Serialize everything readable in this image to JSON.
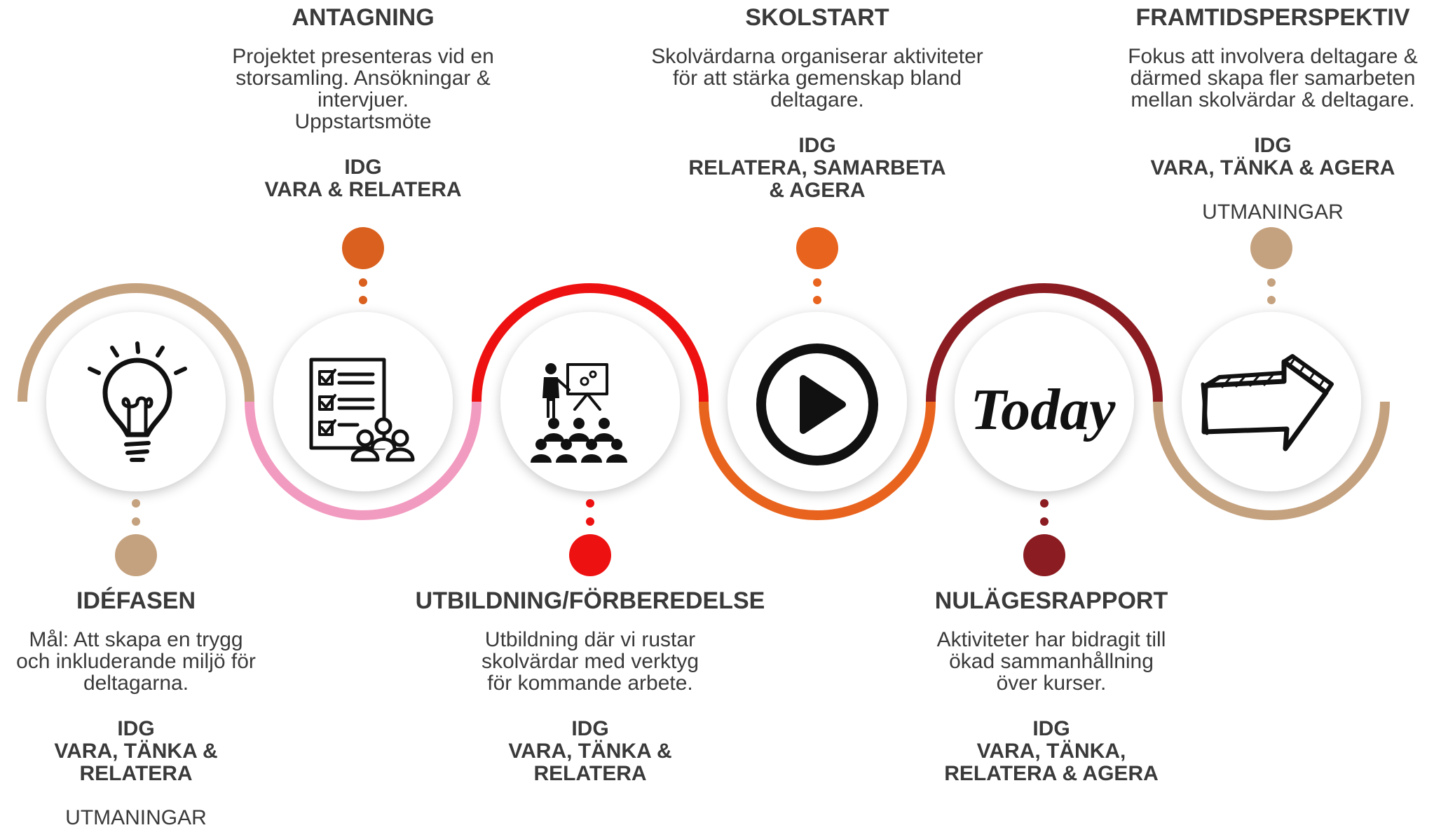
{
  "colors": {
    "tan": "#c5a27f",
    "pink": "#f29bc0",
    "red": "#ee1111",
    "orange": "#e8641e",
    "burnt_orange": "#d9601e",
    "darkred": "#8b1c22"
  },
  "stages": [
    {
      "title": "IDÉFASEN",
      "description": [
        "Mål: Att skapa en trygg",
        "och inkluderande miljö för",
        "deltagarna."
      ],
      "idg": [
        "IDG",
        "VARA, TÄNKA &",
        "RELATERA"
      ],
      "extra": "UTMANINGAR",
      "icon": "lightbulb-icon",
      "color": "#c5a27f"
    },
    {
      "title": "ANTAGNING",
      "description": [
        "Projektet presenteras vid en",
        "storsamling. Ansökningar &",
        "intervjuer.",
        "Uppstartsmöte"
      ],
      "idg": [
        "IDG",
        "VARA & RELATERA"
      ],
      "icon": "checklist-people-icon",
      "color": "#f29bc0"
    },
    {
      "title": "UTBILDNING/FÖRBEREDELSE",
      "description": [
        "Utbildning där vi rustar",
        "skolvärdar med verktyg",
        "för kommande arbete."
      ],
      "idg": [
        "IDG",
        "VARA, TÄNKA &",
        "RELATERA"
      ],
      "icon": "presentation-audience-icon",
      "color": "#ee1111"
    },
    {
      "title": "SKOLSTART",
      "description": [
        "Skolvärdarna organiserar aktiviteter",
        "för att stärka gemenskap bland",
        "deltagare."
      ],
      "idg": [
        "IDG",
        "RELATERA, SAMARBETA",
        "& AGERA"
      ],
      "icon": "play-icon",
      "color": "#e8641e"
    },
    {
      "title": "NULÄGESRAPPORT",
      "description": [
        "Aktiviteter har bidragit till",
        "ökad sammanhållning",
        "över kurser."
      ],
      "idg": [
        "IDG",
        "VARA, TÄNKA,",
        "RELATERA & AGERA"
      ],
      "icon": "today-icon",
      "icon_text": "Today",
      "color": "#8b1c22"
    },
    {
      "title": "FRAMTIDSPERSPEKTIV",
      "description": [
        "Fokus att involvera deltagare &",
        "därmed skapa fler samarbeten",
        "mellan skolvärdar & deltagare."
      ],
      "idg": [
        "IDG",
        "VARA, TÄNKA & AGERA"
      ],
      "extra": "UTMANINGAR",
      "icon": "arrow-right-icon",
      "color": "#c5a27f"
    }
  ]
}
